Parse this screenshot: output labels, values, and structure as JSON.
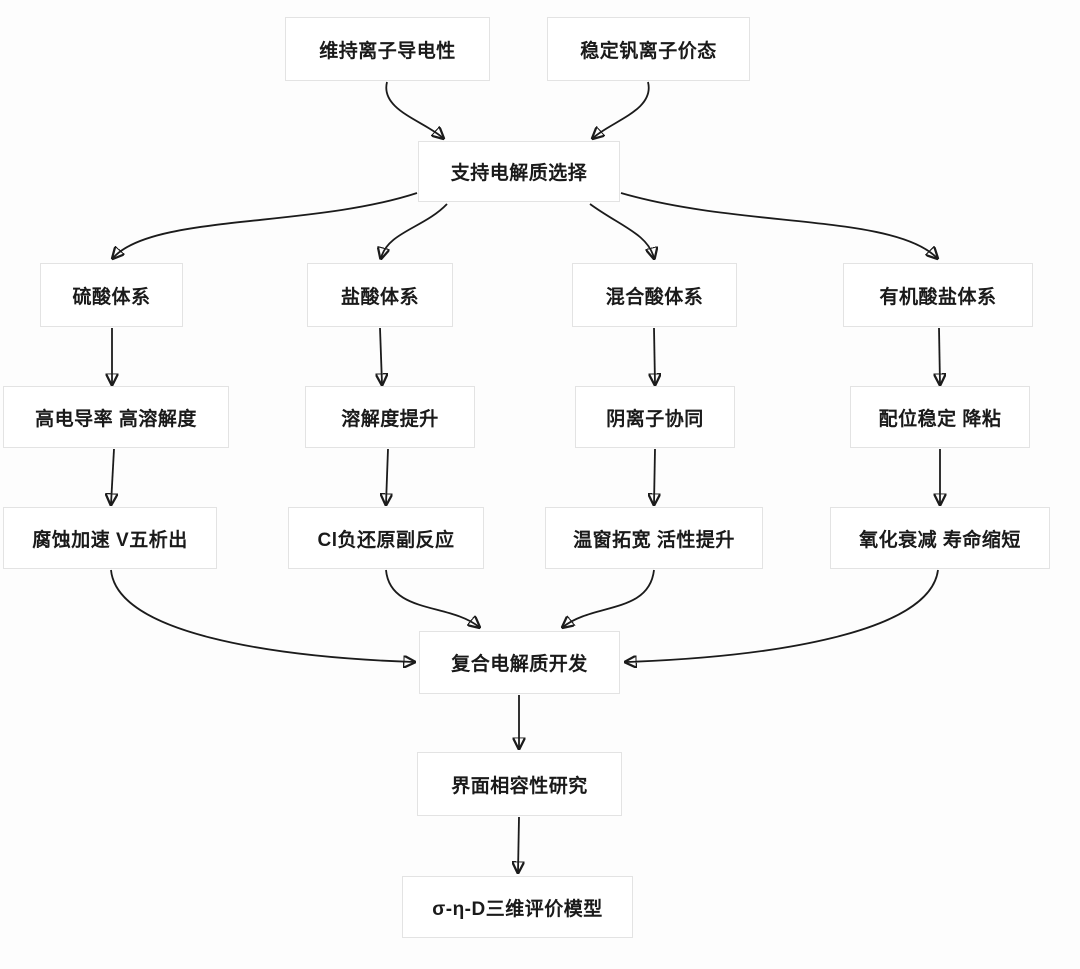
{
  "diagram": {
    "type": "flowchart",
    "accent_color": "#1b1b1b",
    "box_background": "#ffffff",
    "box_border_color": "#e3e3e3",
    "nodes": [
      {
        "id": "maintain-ionic-conductivity",
        "label": "维持离子导电性"
      },
      {
        "id": "stabilize-vanadium-valence",
        "label": "稳定钒离子价态"
      },
      {
        "id": "supporting-electrolyte-selection",
        "label": "支持电解质选择"
      },
      {
        "id": "sulfuric-acid-system",
        "label": "硫酸体系"
      },
      {
        "id": "hydrochloric-acid-system",
        "label": "盐酸体系"
      },
      {
        "id": "mixed-acid-system",
        "label": "混合酸体系"
      },
      {
        "id": "organic-acid-salt-system",
        "label": "有机酸盐体系"
      },
      {
        "id": "sulfuric-feature",
        "label": "高电导率 高溶解度"
      },
      {
        "id": "hydrochloric-feature",
        "label": "溶解度提升"
      },
      {
        "id": "mixed-feature",
        "label": "阴离子协同"
      },
      {
        "id": "organic-feature",
        "label": "配位稳定 降粘"
      },
      {
        "id": "sulfuric-drawback",
        "label": "腐蚀加速 V五析出"
      },
      {
        "id": "hydrochloric-drawback",
        "label": "Cl负还原副反应"
      },
      {
        "id": "mixed-outcome",
        "label": "温窗拓宽 活性提升"
      },
      {
        "id": "organic-drawback",
        "label": "氧化衰减 寿命缩短"
      },
      {
        "id": "composite-electrolyte-development",
        "label": "复合电解质开发"
      },
      {
        "id": "interface-compatibility-study",
        "label": "界面相容性研究"
      },
      {
        "id": "evaluation-model",
        "label": "σ-η-D三维评价模型"
      }
    ],
    "edges": [
      {
        "from": "maintain-ionic-conductivity",
        "to": "supporting-electrolyte-selection"
      },
      {
        "from": "stabilize-vanadium-valence",
        "to": "supporting-electrolyte-selection"
      },
      {
        "from": "supporting-electrolyte-selection",
        "to": "sulfuric-acid-system"
      },
      {
        "from": "supporting-electrolyte-selection",
        "to": "hydrochloric-acid-system"
      },
      {
        "from": "supporting-electrolyte-selection",
        "to": "mixed-acid-system"
      },
      {
        "from": "supporting-electrolyte-selection",
        "to": "organic-acid-salt-system"
      },
      {
        "from": "sulfuric-acid-system",
        "to": "sulfuric-feature"
      },
      {
        "from": "hydrochloric-acid-system",
        "to": "hydrochloric-feature"
      },
      {
        "from": "mixed-acid-system",
        "to": "mixed-feature"
      },
      {
        "from": "organic-acid-salt-system",
        "to": "organic-feature"
      },
      {
        "from": "sulfuric-feature",
        "to": "sulfuric-drawback"
      },
      {
        "from": "hydrochloric-feature",
        "to": "hydrochloric-drawback"
      },
      {
        "from": "mixed-feature",
        "to": "mixed-outcome"
      },
      {
        "from": "organic-feature",
        "to": "organic-drawback"
      },
      {
        "from": "sulfuric-drawback",
        "to": "composite-electrolyte-development"
      },
      {
        "from": "hydrochloric-drawback",
        "to": "composite-electrolyte-development"
      },
      {
        "from": "mixed-outcome",
        "to": "composite-electrolyte-development"
      },
      {
        "from": "organic-drawback",
        "to": "composite-electrolyte-development"
      },
      {
        "from": "composite-electrolyte-development",
        "to": "interface-compatibility-study"
      },
      {
        "from": "interface-compatibility-study",
        "to": "evaluation-model"
      }
    ]
  }
}
